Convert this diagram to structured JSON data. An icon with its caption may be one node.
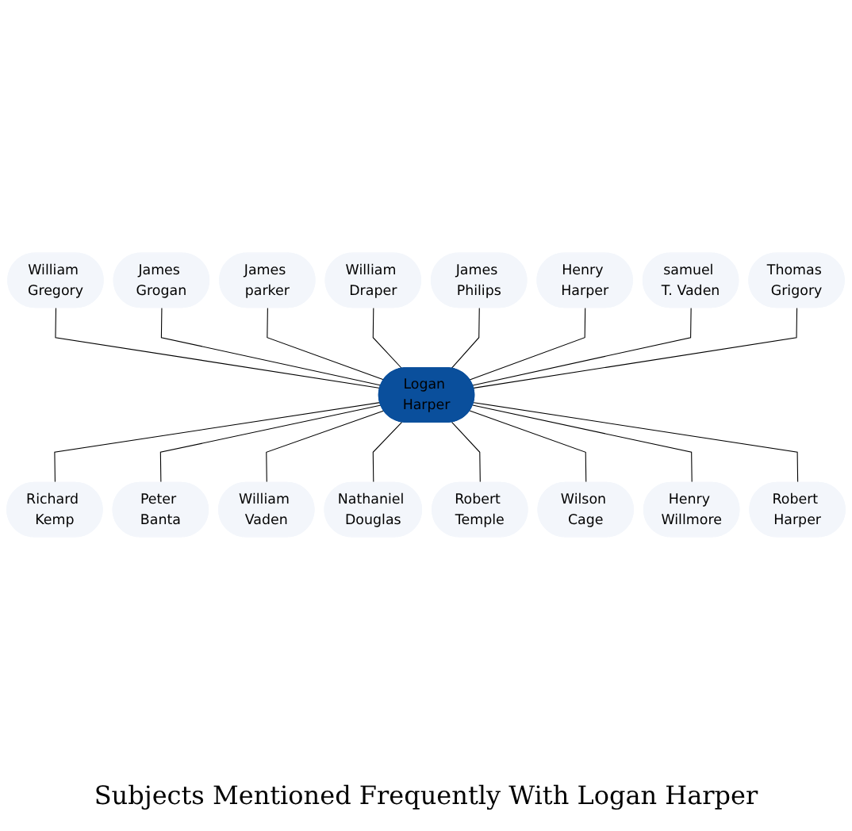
{
  "diagram": {
    "title": "Subjects Mentioned Frequently With Logan Harper",
    "nodes": [
      {
        "text": [
          "Logan Harper"
        ]
      },
      {
        "text": [
          "William Gregory"
        ]
      },
      {
        "text": [
          "James Grogan"
        ]
      },
      {
        "text": [
          "James parker"
        ]
      },
      {
        "text": [
          "William Draper"
        ]
      },
      {
        "text": [
          "James Philips"
        ]
      },
      {
        "text": [
          "Henry Harper"
        ]
      },
      {
        "text": [
          "samuel T. Vaden"
        ]
      },
      {
        "text": [
          "Thomas Grigory"
        ]
      },
      {
        "text": [
          "Richard Kemp"
        ]
      },
      {
        "text": [
          "Peter Banta"
        ]
      },
      {
        "text": [
          "William Vaden"
        ]
      },
      {
        "text": [
          "Nathaniel Douglas"
        ]
      },
      {
        "text": [
          "Robert Temple"
        ]
      },
      {
        "text": [
          "Wilson Cage"
        ]
      },
      {
        "text": [
          "Henry Willmore"
        ]
      },
      {
        "text": [
          "Robert Harper"
        ]
      }
    ],
    "edges": [
      {
        "from": 1,
        "to": 0,
        "arrow": "none"
      },
      {
        "from": 2,
        "to": 0,
        "arrow": "none"
      },
      {
        "from": 3,
        "to": 0,
        "arrow": "none"
      },
      {
        "from": 4,
        "to": 0,
        "arrow": "none"
      },
      {
        "from": 5,
        "to": 0,
        "arrow": "none"
      },
      {
        "from": 6,
        "to": 0,
        "arrow": "none"
      },
      {
        "from": 7,
        "to": 0,
        "arrow": "none"
      },
      {
        "from": 8,
        "to": 0,
        "arrow": "none"
      },
      {
        "from": 0,
        "to": 9,
        "arrow": "none"
      },
      {
        "from": 0,
        "to": 10,
        "arrow": "none"
      },
      {
        "from": 0,
        "to": 11,
        "arrow": "none"
      },
      {
        "from": 0,
        "to": 12,
        "arrow": "none"
      },
      {
        "from": 0,
        "to": 13,
        "arrow": "none"
      },
      {
        "from": 0,
        "to": 14,
        "arrow": "none"
      },
      {
        "from": 0,
        "to": 15,
        "arrow": "none"
      },
      {
        "from": 0,
        "to": 16,
        "arrow": "none"
      }
    ]
  }
}
